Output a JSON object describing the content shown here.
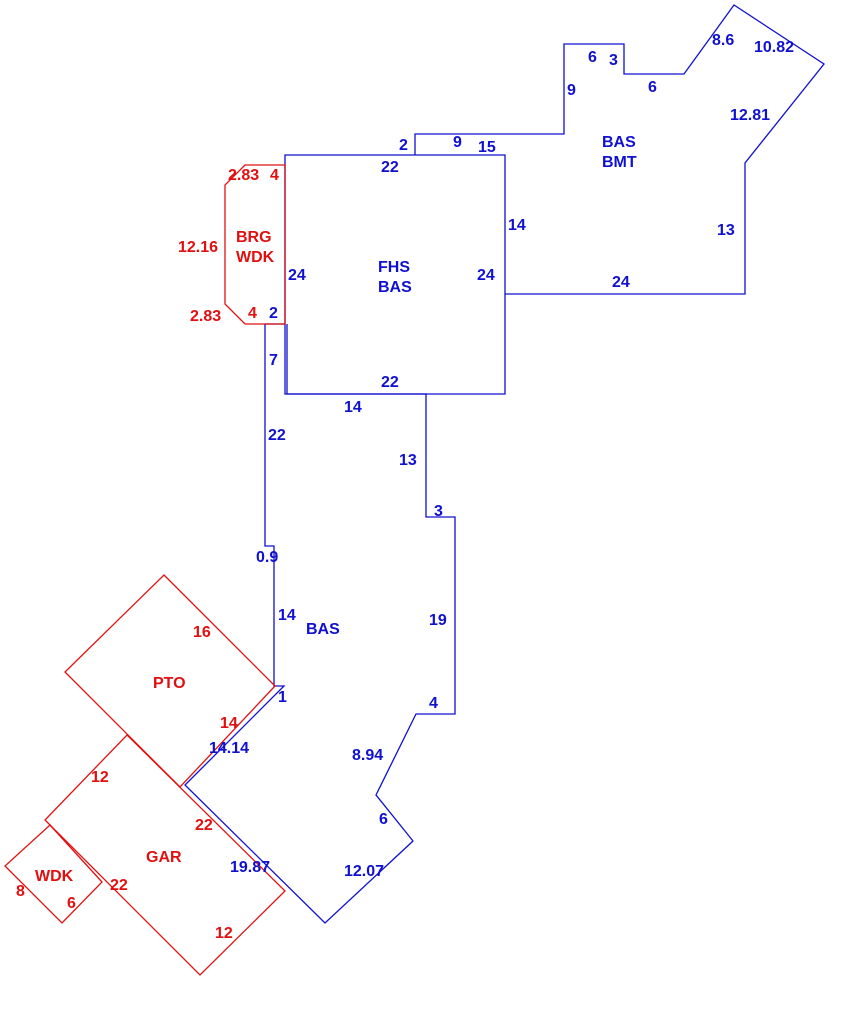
{
  "colors": {
    "main": "#1010d0",
    "secondary": "#e01010"
  },
  "areas": {
    "fhs_bas": [
      "FHS",
      "BAS"
    ],
    "bas_bmt": [
      "BAS",
      "BMT"
    ],
    "bas": "BAS",
    "brg_wdk": [
      "BRG",
      "WDK"
    ],
    "pto": "PTO",
    "gar": "GAR",
    "wdk": "WDK"
  },
  "dimensions": {
    "fhs_top": "22",
    "fhs_left": "24",
    "fhs_right": "24",
    "fhs_bottom": "22",
    "fhs_left_small": "2",
    "bmt_2": "2",
    "bmt_9a": "9",
    "bmt_15": "15",
    "bmt_9b": "9",
    "bmt_6a": "6",
    "bmt_3": "3",
    "bmt_6b": "6",
    "bmt_8_6": "8.6",
    "bmt_10_82": "10.82",
    "bmt_12_81": "12.81",
    "bmt_13": "13",
    "bmt_24": "24",
    "bmt_14": "14",
    "bas_7": "7",
    "bas_14a": "14",
    "bas_22": "22",
    "bas_13": "13",
    "bas_3": "3",
    "bas_0_9": "0.9",
    "bas_14b": "14",
    "bas_19": "19",
    "bas_1": "1",
    "bas_4": "4",
    "bas_14_14": "14.14",
    "bas_8_94": "8.94",
    "bas_6": "6",
    "bas_19_87": "19.87",
    "bas_12_07": "12.07",
    "brg_2_83a": "2.83",
    "brg_4a": "4",
    "brg_12_16": "12.16",
    "brg_2_83b": "2.83",
    "brg_4b": "4",
    "pto_16": "16",
    "pto_14": "14",
    "gar_12a": "12",
    "gar_22a": "22",
    "gar_22b": "22",
    "gar_12b": "12",
    "wdk_8": "8",
    "wdk_6": "6"
  }
}
